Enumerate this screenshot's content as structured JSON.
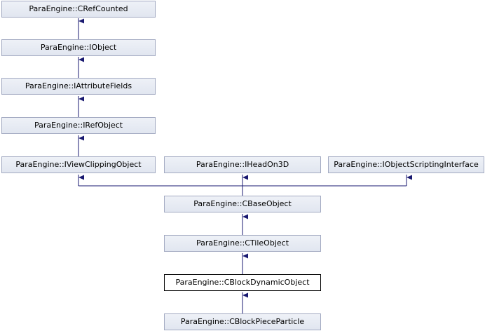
{
  "nodes": {
    "crefcounted": "ParaEngine::CRefCounted",
    "iobject": "ParaEngine::IObject",
    "iattributefields": "ParaEngine::IAttributeFields",
    "irefobject": "ParaEngine::IRefObject",
    "iviewclippingobject": "ParaEngine::IViewClippingObject",
    "iheadon3d": "ParaEngine::IHeadOn3D",
    "iobjectscriptinginterface": "ParaEngine::IObjectScriptingInterface",
    "cbaseobject": "ParaEngine::CBaseObject",
    "ctileobject": "ParaEngine::CTileObject",
    "cblockdynamicobject": "ParaEngine::CBlockDynamicObject",
    "cblockpieceparticle": "ParaEngine::CBlockPieceParticle"
  },
  "colors": {
    "edge": "#191970",
    "node_border": "#a2a9c1",
    "node_fill": "#e8ecf4",
    "current_border": "#000000"
  }
}
